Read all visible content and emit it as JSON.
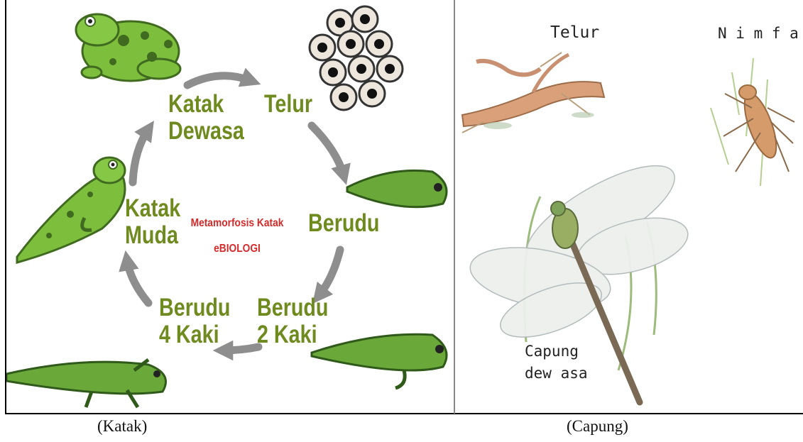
{
  "frog": {
    "caption": "(Katak)",
    "center_title_line1": "Metamorfosis Katak",
    "center_title_line2": "eBIOLOGI",
    "stages": {
      "adult": "Katak\nDewasa",
      "egg": "Telur",
      "tadpole": "Berudu",
      "tadpole2": "Berudu\n2 Kaki",
      "tadpole4": "Berudu\n4 Kaki",
      "young": "Katak\nMuda"
    }
  },
  "dragonfly": {
    "caption": "(Capung)",
    "stages": {
      "egg": "Telur",
      "nymph": "N i m f a",
      "adult": "Capung\ndew asa"
    }
  },
  "colors": {
    "frog_label": "#6f8a1f",
    "frog_green": "#7dbf3c",
    "frog_spot": "#3f6a1f",
    "arrow": "#8e8e8e",
    "title_red": "#d32a2a"
  }
}
